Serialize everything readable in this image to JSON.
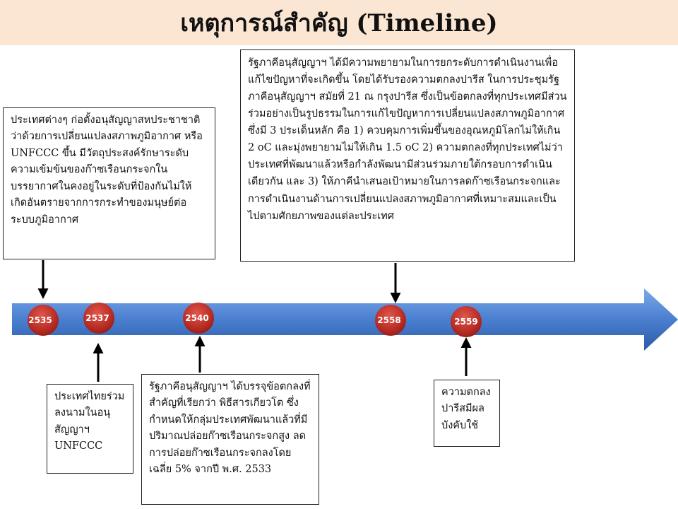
{
  "title": "เหตุการณ์สำคัญ (Timeline)",
  "timeline": {
    "years": [
      "2535",
      "2537",
      "2540",
      "2558",
      "2559"
    ],
    "events": [
      {
        "year": "2535",
        "text": "ประเทศต่างๆ ก่อตั้งอนุสัญญาสหประชาชาติว่าด้วยการเปลี่ยนแปลงสภาพภูมิอากาศ หรือ UNFCCC ขึ้น มีวัตถุประสงค์รักษาระดับความเข้มข้นของก๊าซเรือนกระจกในบรรยากาศในคงอยู่ในระดับที่ป้องกันไม่ให้เกิดอันตรายจากการกระทำของมนุษย์ต่อระบบภูมิอากาศ"
      },
      {
        "year": "2537",
        "text": "ประเทศไทยร่วมลงนามในอนุสัญญาฯ UNFCCC"
      },
      {
        "year": "2540",
        "text": "รัฐภาคีอนุสัญญาฯ ได้บรรจุข้อตกลงที่สำคัญที่เรียกว่า พิธีสารเกียวโต ซึ่งกำหนดให้กลุ่มประเทศพัฒนาแล้วที่มีปริมาณปล่อยก๊าซเรือนกระจกสูง ลดการปล่อยก๊าซเรือนกระจกลงโดยเฉลี่ย 5% จากปี พ.ศ. 2533"
      },
      {
        "year": "2558",
        "text": "รัฐภาคีอนุสัญญาฯ ได้มีความพยายามในการยกระดับการดำเนินงานเพื่อแก้ไขปัญหาที่จะเกิดขึ้น โดยได้รับรองความตกลงปารีส ในการประชุมรัฐภาคีอนุสัญญาฯ สมัยที่ 21 ณ กรุงปารีส ซึ่งเป็นข้อตกลงที่ทุกประเทศมีส่วนร่วมอย่างเป็นรูปธรรมในการแก้ไขปัญหาการเปลี่ยนแปลงสภาพภูมิอากาศ ซึ่งมี 3 ประเด็นหลัก คือ 1) ควบคุมการเพิ่มขึ้นของอุณหภูมิโลกไม่ให้เกิน 2 oC และมุ่งพยายามไม่ให้เกิน 1.5 oC 2) ความตกลงที่ทุกประเทศไม่ว่าประเทศที่พัฒนาแล้วหรือกำลังพัฒนามีส่วนร่วมภายใต้กรอบการดำเนินเดียวกัน และ 3) ให้ภาคีนำเสนอเป้าหมายในการลดก๊าซเรือนกระจกและการดำเนินงานด้านการเปลี่ยนแปลงสภาพภูมิอากาศที่เหมาะสมและเป็นไปตามศักยภาพของแต่ละประเทศ"
      },
      {
        "year": "2559",
        "text": "ความตกลงปารีสมีผลบังคับใช้"
      }
    ]
  },
  "colors": {
    "title_bg": "#fbe6d4",
    "arrow_light": "#6a9de0",
    "arrow_dark": "#2f5fae",
    "marker": "#c0392b"
  }
}
